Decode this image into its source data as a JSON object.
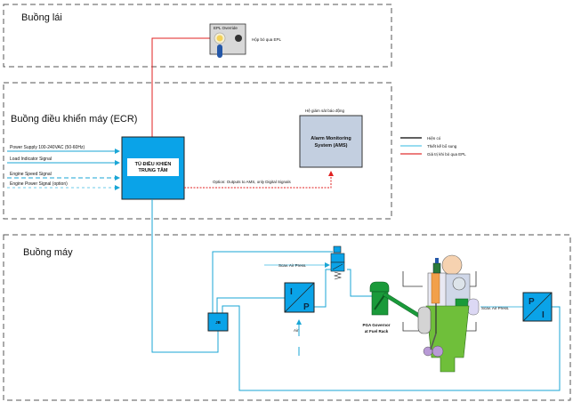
{
  "zones": {
    "bridge": {
      "title": "Buồng lái"
    },
    "ecr": {
      "title": "Buồng điều khiển máy (ECR)"
    },
    "engine_room": {
      "title": "Buồng máy"
    }
  },
  "epl_box": {
    "panel_label": "EPL Override",
    "caption": "Hộp bỏ qua EPL"
  },
  "central_unit": {
    "line1": "TỦ ĐIỀU KHIỂN",
    "line2": "TRUNG TÂM"
  },
  "inputs": [
    {
      "label": "Power Supply 100-240VAC (50-60Hz)",
      "style": "solid"
    },
    {
      "label": "Load Indicator Signal",
      "style": "solid"
    },
    {
      "label": "Engine Speed Signal",
      "style": "dashed"
    },
    {
      "label": "Engine Power Signal (option)",
      "style": "dashed"
    }
  ],
  "ams": {
    "caption": "Hệ giám sát báo động",
    "line1": "Alarm Monitoring",
    "line2": "System (AMS)"
  },
  "ams_link": {
    "label": "Option: Outputs to AMS, only Digital Signals"
  },
  "legend": [
    {
      "label": "Hiện có",
      "color": "#000000"
    },
    {
      "label": "Thiết kế bổ sung",
      "color": "#5bc8e8"
    },
    {
      "label": "Giá trị khi bỏ qua EPL",
      "color": "#e03030"
    }
  ],
  "engine_room": {
    "jb_label": "JB",
    "ip_converter": {
      "top": "I",
      "bottom": "P"
    },
    "pi_converter": {
      "top": "P",
      "bottom": "I"
    },
    "air_label": "Air",
    "scav_left": "Scav. Air Press.",
    "scav_right": "Scav. Air Press.",
    "governor_line1": "PGA Governor",
    "governor_line2": "at Fuel Rack"
  },
  "colors": {
    "cyan_line": "#1aa6d6",
    "light_cyan": "#6dcbea",
    "box_blue": "#0aa3e8",
    "red": "#e02020",
    "ams_fill": "#c3cfe0",
    "governor_green": "#1a9a3a",
    "engine_green": "#6fbf3a"
  }
}
